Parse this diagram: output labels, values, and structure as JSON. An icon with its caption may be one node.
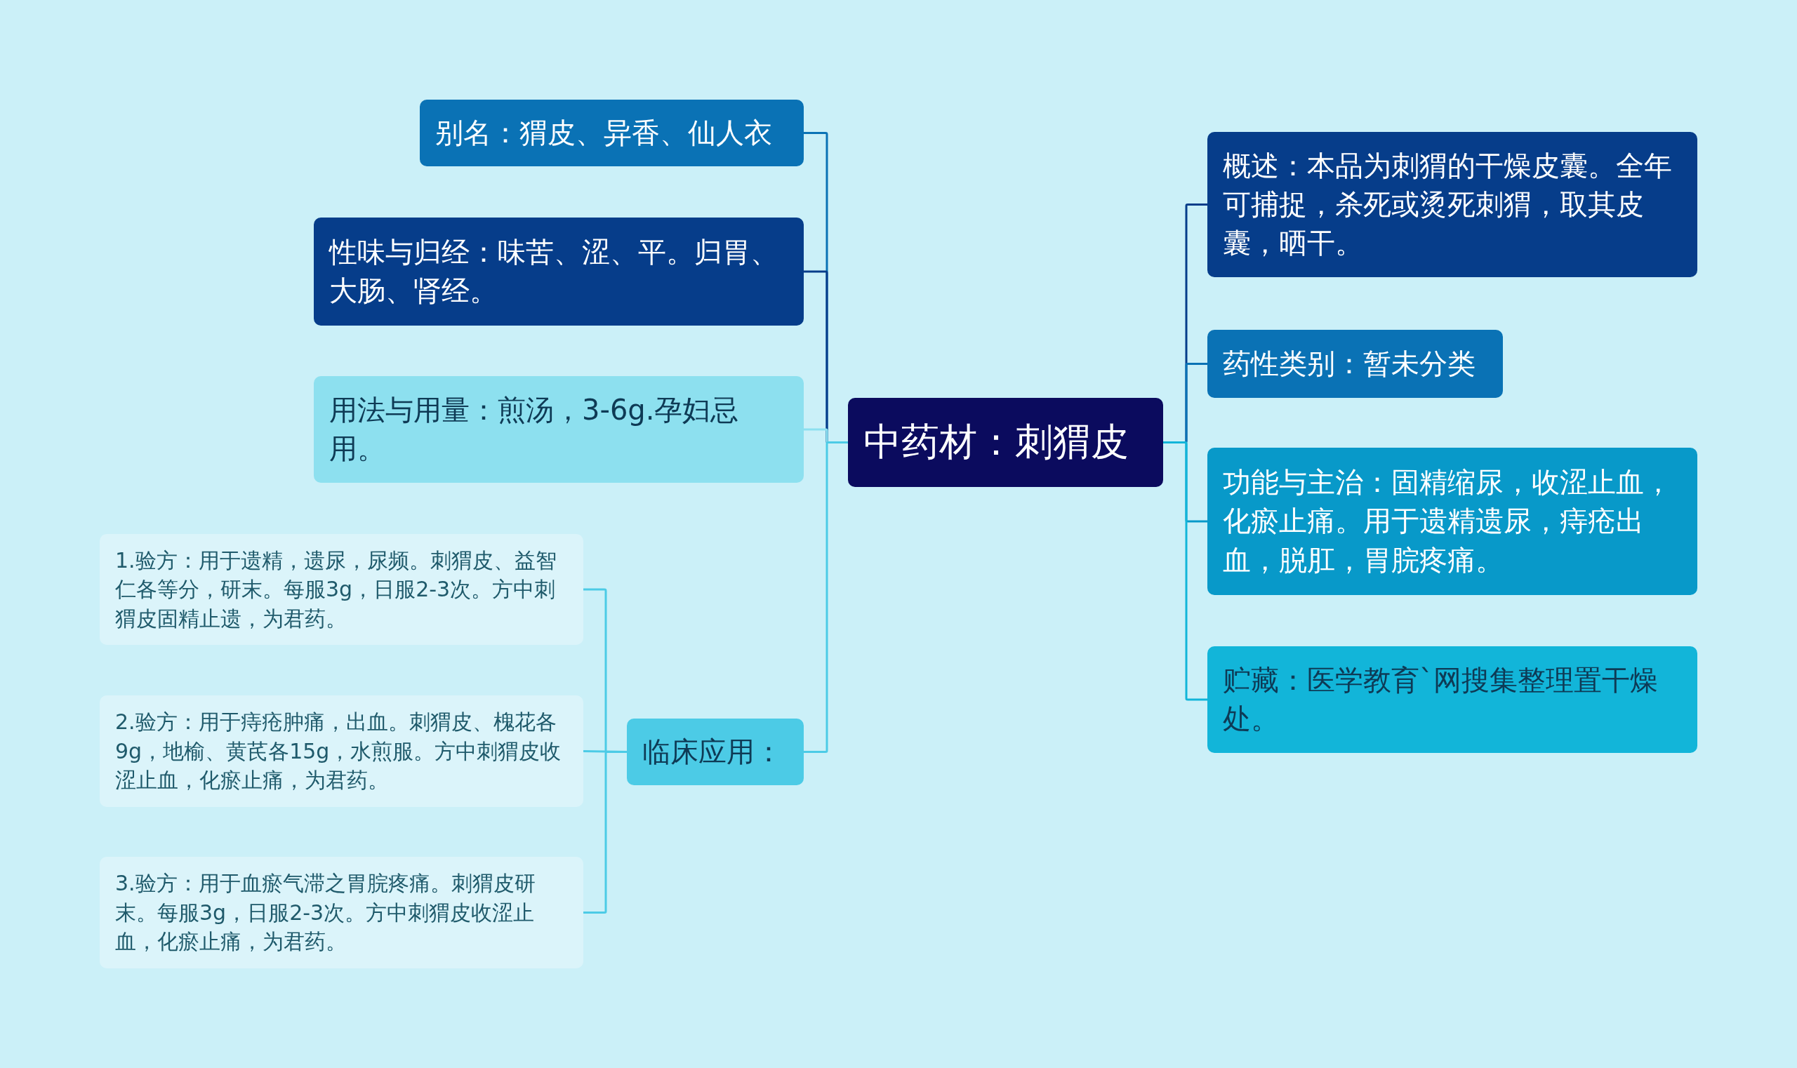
{
  "diagram": {
    "nodes": [
      {
        "text": [
          "中药材：刺猬皮"
        ]
      },
      {
        "text": [
          "别名：猬皮、异香、仙人衣"
        ]
      },
      {
        "text": [
          "性味与归经：味苦、涩、平。归胃、大肠、肾经。"
        ]
      },
      {
        "text": [
          "用法与用量：煎汤，3-6g.孕妇忌用。"
        ]
      },
      {
        "text": [
          "临床应用："
        ]
      },
      {
        "text": [
          "1.验方：用于遗精，遗尿，尿频。刺猬皮、益智仁各等分，研末。每服3g，日服2-3次。方中刺猬皮固精止遗，为君药。"
        ]
      },
      {
        "text": [
          "2.验方：用于痔疮肿痛，出血。刺猬皮、槐花各9g，地榆、黄芪各15g，水煎服。方中刺猬皮收涩止血，化瘀止痛，为君药。"
        ]
      },
      {
        "text": [
          "3.验方：用于血瘀气滞之胃脘疼痛。刺猬皮研末。每服3g，日服2-3次。方中刺猬皮收涩止血，化瘀止痛，为君药。"
        ]
      },
      {
        "text": [
          "概述：本品为刺猬的干燥皮囊。全年可捕捉，杀死或烫死刺猬，取其皮囊，晒干。"
        ]
      },
      {
        "text": [
          "药性类别：暂未分类"
        ]
      },
      {
        "text": [
          "功能与主治：固精缩尿，收涩止血，化瘀止痛。用于遗精遗尿，痔疮出血，脱肛，胃脘疼痛。"
        ]
      },
      {
        "text": [
          "贮藏：医学教育`网搜集整理置干燥处。"
        ]
      }
    ],
    "edges": [
      {
        "from": 0,
        "to": 1,
        "arrow": "none",
        "color": "#0a72b5"
      },
      {
        "from": 0,
        "to": 2,
        "arrow": "none",
        "color": "#063d8a"
      },
      {
        "from": 0,
        "to": 3,
        "arrow": "none",
        "color": "#8de0ef"
      },
      {
        "from": 0,
        "to": 4,
        "arrow": "none",
        "color": "#4ccbe6"
      },
      {
        "from": 4,
        "to": 5,
        "arrow": "none",
        "color": "#4ccbe6"
      },
      {
        "from": 4,
        "to": 6,
        "arrow": "none",
        "color": "#4ccbe6"
      },
      {
        "from": 4,
        "to": 7,
        "arrow": "none",
        "color": "#4ccbe6"
      },
      {
        "from": 0,
        "to": 8,
        "arrow": "none",
        "color": "#063d8a"
      },
      {
        "from": 0,
        "to": 9,
        "arrow": "none",
        "color": "#0a72b5"
      },
      {
        "from": 0,
        "to": 10,
        "arrow": "none",
        "color": "#0899c9"
      },
      {
        "from": 0,
        "to": 11,
        "arrow": "none",
        "color": "#12b5d9"
      }
    ]
  }
}
